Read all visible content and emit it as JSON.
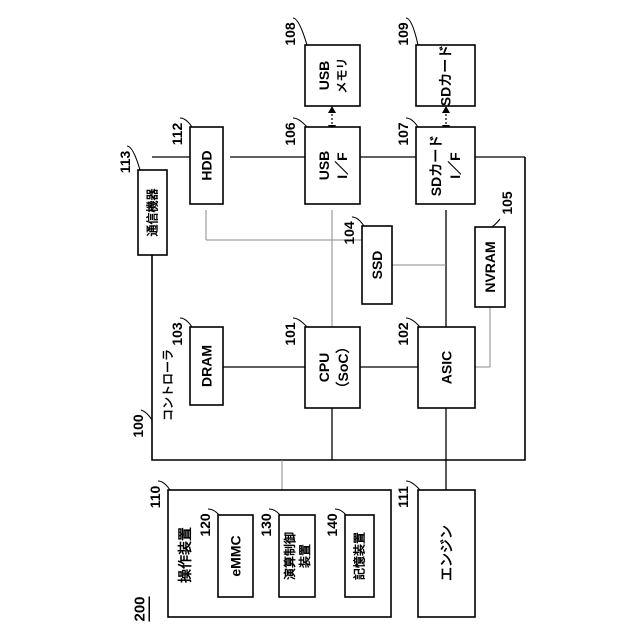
{
  "figure_number": "200",
  "controller": {
    "ref": "100",
    "label": "コントローラ"
  },
  "cpu": {
    "ref": "101",
    "line1": "CPU",
    "line2": "（SoC）"
  },
  "asic": {
    "ref": "102",
    "label": "ASIC"
  },
  "dram": {
    "ref": "103",
    "label": "DRAM"
  },
  "ssd": {
    "ref": "104",
    "label": "SSD"
  },
  "nvram": {
    "ref": "105",
    "label": "NVRAM"
  },
  "usb_if": {
    "ref": "106",
    "line1": "USB",
    "line2": "I／F"
  },
  "sd_if": {
    "ref": "107",
    "line1": "SDカード",
    "line2": "I／F"
  },
  "usb_memory": {
    "ref": "108",
    "line1": "USB",
    "line2": "メモリ"
  },
  "sd_card": {
    "ref": "109",
    "label": "SDカード"
  },
  "operation_device": {
    "ref": "110",
    "label": "操作装置",
    "emmc": {
      "ref": "120",
      "label": "eMMC"
    },
    "arithmetic": {
      "ref": "130",
      "line1": "演算制御",
      "line2": "装置"
    },
    "storage": {
      "ref": "140",
      "label": "記憶装置"
    }
  },
  "engine": {
    "ref": "111",
    "label": "エンジン"
  },
  "hdd": {
    "ref": "112",
    "label": "HDD"
  },
  "communication": {
    "ref": "113",
    "label": "通信機器"
  }
}
